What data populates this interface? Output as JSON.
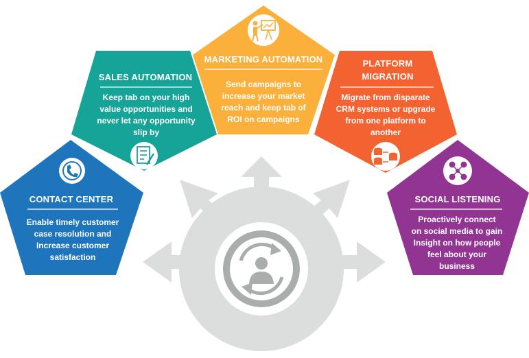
{
  "hub": {
    "icon": "customer-cycle-icon"
  },
  "sections": {
    "contact_center": {
      "title": "CONTACT CENTER",
      "lines": [
        "Enable timely customer",
        "case resolution and",
        "Increase customer",
        "satisfaction"
      ],
      "color": "#1e75bb",
      "icon": "phone-icon"
    },
    "sales_automation": {
      "title": "SALES AUTOMATION",
      "lines": [
        "Keep tab on your high",
        "value opportunities and",
        "never let any opportunity",
        "slip by"
      ],
      "color": "#16a398",
      "icon": "checklist-icon"
    },
    "marketing_automation": {
      "title": "MARKETING AUTOMATION",
      "lines": [
        "Send campaigns to",
        "increase your market",
        "reach and keep tab of",
        "ROI on campaigns"
      ],
      "color": "#fbb03b",
      "icon": "presentation-icon"
    },
    "platform_migration": {
      "title_lines": [
        "PLATFORM",
        "MIGRATION"
      ],
      "lines": [
        "Migrate from disparate",
        "CRM systems or upgrade",
        "from one platform to",
        "another"
      ],
      "color": "#f26331",
      "icon": "database-migration-icon"
    },
    "social_listening": {
      "title": "SOCIAL LISTENING",
      "lines": [
        "Proactively connect",
        "on social media to gain",
        "Insight on how people",
        "feel about your",
        "business"
      ],
      "color": "#923592",
      "icon": "social-network-icon"
    }
  }
}
